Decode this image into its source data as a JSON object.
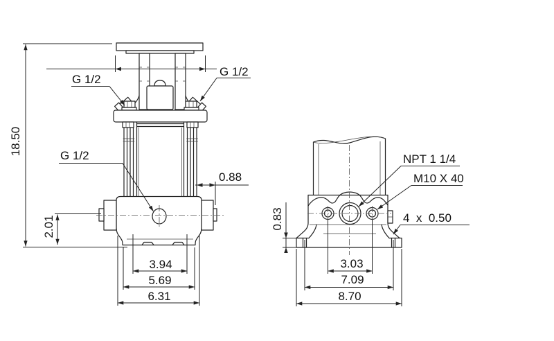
{
  "drawing": {
    "kind": "pump-dimensional-drawing",
    "background": "#ffffff",
    "line_color": "#222222",
    "front_view": {
      "port_labels": {
        "vent_plug_left": "G 1/2",
        "vent_plug_right": "G 1/2",
        "drain_plug": "G 1/2"
      },
      "dimensions": {
        "overall_height": "18.50",
        "staybolt_to_port_face": "0.88",
        "port_center_height": "2.01",
        "base_inner_width": "3.94",
        "base_mid_width": "5.69",
        "base_outer_width": "6.31"
      }
    },
    "side_view": {
      "labels": {
        "suction_port": "NPT 1 1/4",
        "mounting_bolt": "M10 X 40",
        "mounting_holes": "4  x  0.50"
      },
      "dimensions": {
        "foot_flange_height": "0.83",
        "bolt_hole_spacing": "3.03",
        "foot_hole_spacing": "7.09",
        "base_overall_width": "8.70"
      }
    }
  }
}
